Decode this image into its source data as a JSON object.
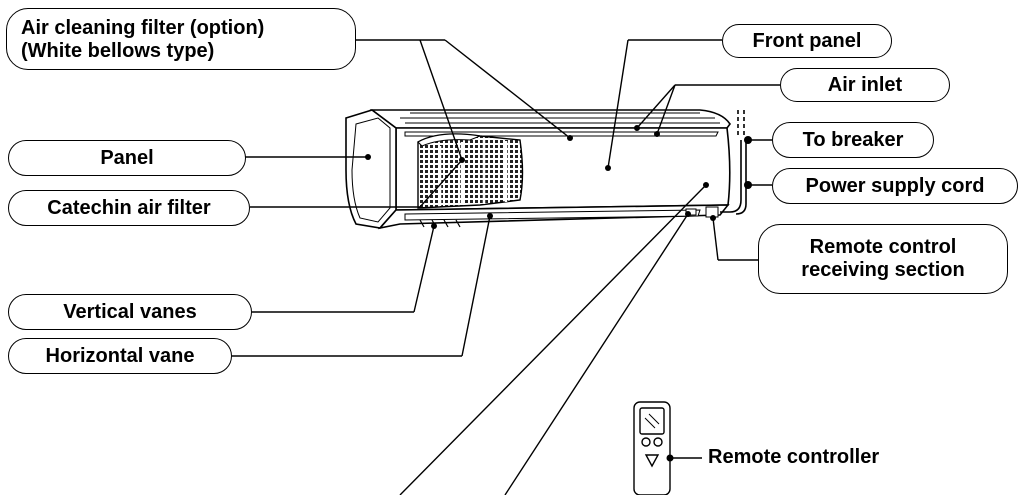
{
  "labels": {
    "air_cleaning_filter_line1": "Air cleaning filter (option)",
    "air_cleaning_filter_line2": "(White bellows type)",
    "front_panel": "Front panel",
    "air_inlet": "Air inlet",
    "panel": "Panel",
    "to_breaker": "To breaker",
    "catechin_air_filter": "Catechin air filter",
    "power_supply_cord": "Power supply cord",
    "remote_receiving_line1": "Remote control",
    "remote_receiving_line2": "receiving section",
    "vertical_vanes": "Vertical vanes",
    "horizontal_vane": "Horizontal vane",
    "remote_controller": "Remote controller"
  },
  "colors": {
    "line": "#000000",
    "background": "#ffffff",
    "filter_mesh": "#222222"
  }
}
